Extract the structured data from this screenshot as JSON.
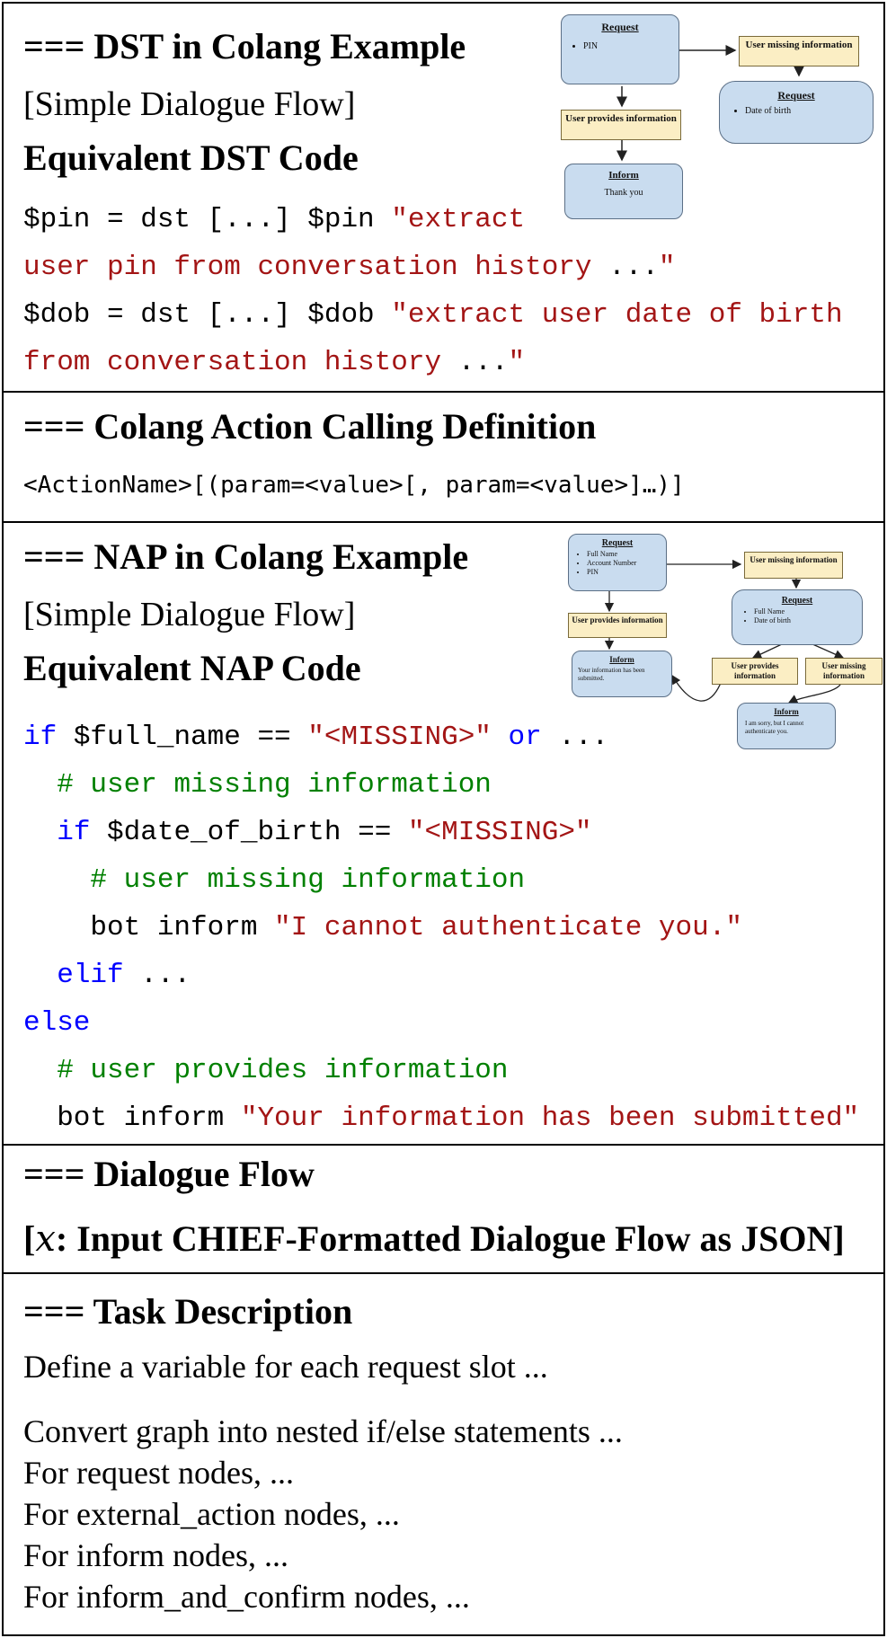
{
  "dst_section": {
    "heading": "=== DST in Colang Example",
    "subheading": "[Simple Dialogue Flow]",
    "code_heading": "Equivalent DST Code",
    "code_lines": [
      [
        {
          "t": "$pin = dst [...] $pin ",
          "c": "blk"
        },
        {
          "t": "\"extract",
          "c": "red"
        }
      ],
      [
        {
          "t": "user pin from conversation history ",
          "c": "red"
        },
        {
          "t": "...",
          "c": "blk"
        },
        {
          "t": "\"",
          "c": "red"
        }
      ],
      [
        {
          "t": "$dob = dst [...] $dob ",
          "c": "blk"
        },
        {
          "t": "\"extract user date of birth",
          "c": "red"
        }
      ],
      [
        {
          "t": "from conversation history ",
          "c": "red"
        },
        {
          "t": "...",
          "c": "blk"
        },
        {
          "t": "\"",
          "c": "red"
        }
      ]
    ],
    "diagram": {
      "request": {
        "title": "Request",
        "items": [
          "PIN"
        ]
      },
      "missing": "User missing information",
      "request2": {
        "title": "Request",
        "items": [
          "Date of birth"
        ]
      },
      "provides": "User provides information",
      "inform": {
        "title": "Inform",
        "text": "Thank you"
      }
    }
  },
  "action_section": {
    "heading": "=== Colang Action Calling Definition",
    "definition": "<ActionName>[(param=<value>[, param=<value>]…)]"
  },
  "nap_section": {
    "heading": "=== NAP in Colang Example",
    "subheading": "[Simple Dialogue Flow]",
    "code_heading": "Equivalent NAP Code",
    "code_lines": [
      [
        {
          "t": "if",
          "c": "blue"
        },
        {
          "t": " $full_name == ",
          "c": "blk"
        },
        {
          "t": "\"<MISSING>\"",
          "c": "red"
        },
        {
          "t": " ",
          "c": "blk"
        },
        {
          "t": "or",
          "c": "blue"
        },
        {
          "t": " ...",
          "c": "blk"
        }
      ],
      [
        {
          "t": "  ",
          "c": "blk"
        },
        {
          "t": "# user missing information",
          "c": "green"
        }
      ],
      [
        {
          "t": "  ",
          "c": "blk"
        },
        {
          "t": "if",
          "c": "blue"
        },
        {
          "t": " $date_of_birth == ",
          "c": "blk"
        },
        {
          "t": "\"<MISSING>\"",
          "c": "red"
        }
      ],
      [
        {
          "t": "    ",
          "c": "blk"
        },
        {
          "t": "# user missing information",
          "c": "green"
        }
      ],
      [
        {
          "t": "    bot inform ",
          "c": "blk"
        },
        {
          "t": "\"I cannot authenticate you.\"",
          "c": "red"
        }
      ],
      [
        {
          "t": "  ",
          "c": "blk"
        },
        {
          "t": "elif",
          "c": "blue"
        },
        {
          "t": " ...",
          "c": "blk"
        }
      ],
      [
        {
          "t": "else",
          "c": "blue"
        }
      ],
      [
        {
          "t": "  ",
          "c": "blk"
        },
        {
          "t": "# user provides information",
          "c": "green"
        }
      ],
      [
        {
          "t": "  bot inform ",
          "c": "blk"
        },
        {
          "t": "\"Your information has been submitted\"",
          "c": "red"
        }
      ]
    ],
    "diagram": {
      "request": {
        "title": "Request",
        "items": [
          "Full Name",
          "Account Number",
          "PIN"
        ]
      },
      "missing": "User missing information",
      "request2": {
        "title": "Request",
        "items": [
          "Full Name",
          "Date of birth"
        ]
      },
      "provides": "User provides information",
      "inform": {
        "title": "Inform",
        "text": "Your information has been submitted."
      },
      "provides2": "User provides information",
      "missing2": "User missing information",
      "inform2": {
        "title": "Inform",
        "text": "I am sorry, but I cannot authenticate you."
      }
    }
  },
  "flow_section": {
    "heading": "=== Dialogue Flow",
    "input_open": "[",
    "input_var": "x",
    "input_rest": ": Input CHIEF-Formatted Dialogue Flow as JSON]"
  },
  "task_section": {
    "heading": "=== Task Description",
    "line1": "Define a variable for each request slot ...",
    "lines": [
      "Convert graph into nested if/else statements ...",
      "For request nodes, ...",
      "For external_action nodes, ...",
      "For inform nodes, ...",
      "For inform_and_confirm nodes, ..."
    ]
  }
}
